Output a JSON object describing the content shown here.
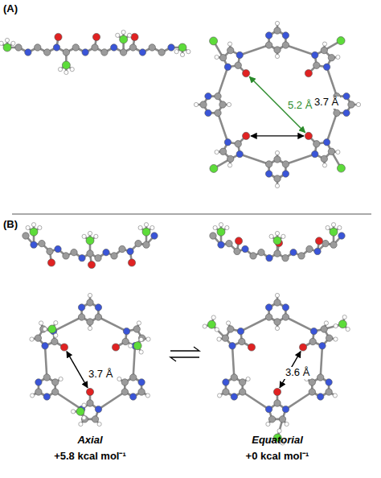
{
  "diagram": {
    "labels": [
      "(A)",
      "3.7 Å",
      "5.2 Å",
      "(B)",
      "3.7 Å",
      "3.6 Å",
      "Axial",
      "+5.8 kcal mol⁻¹",
      "Equatorial",
      "+0 kcal mol⁻¹"
    ]
  }
}
